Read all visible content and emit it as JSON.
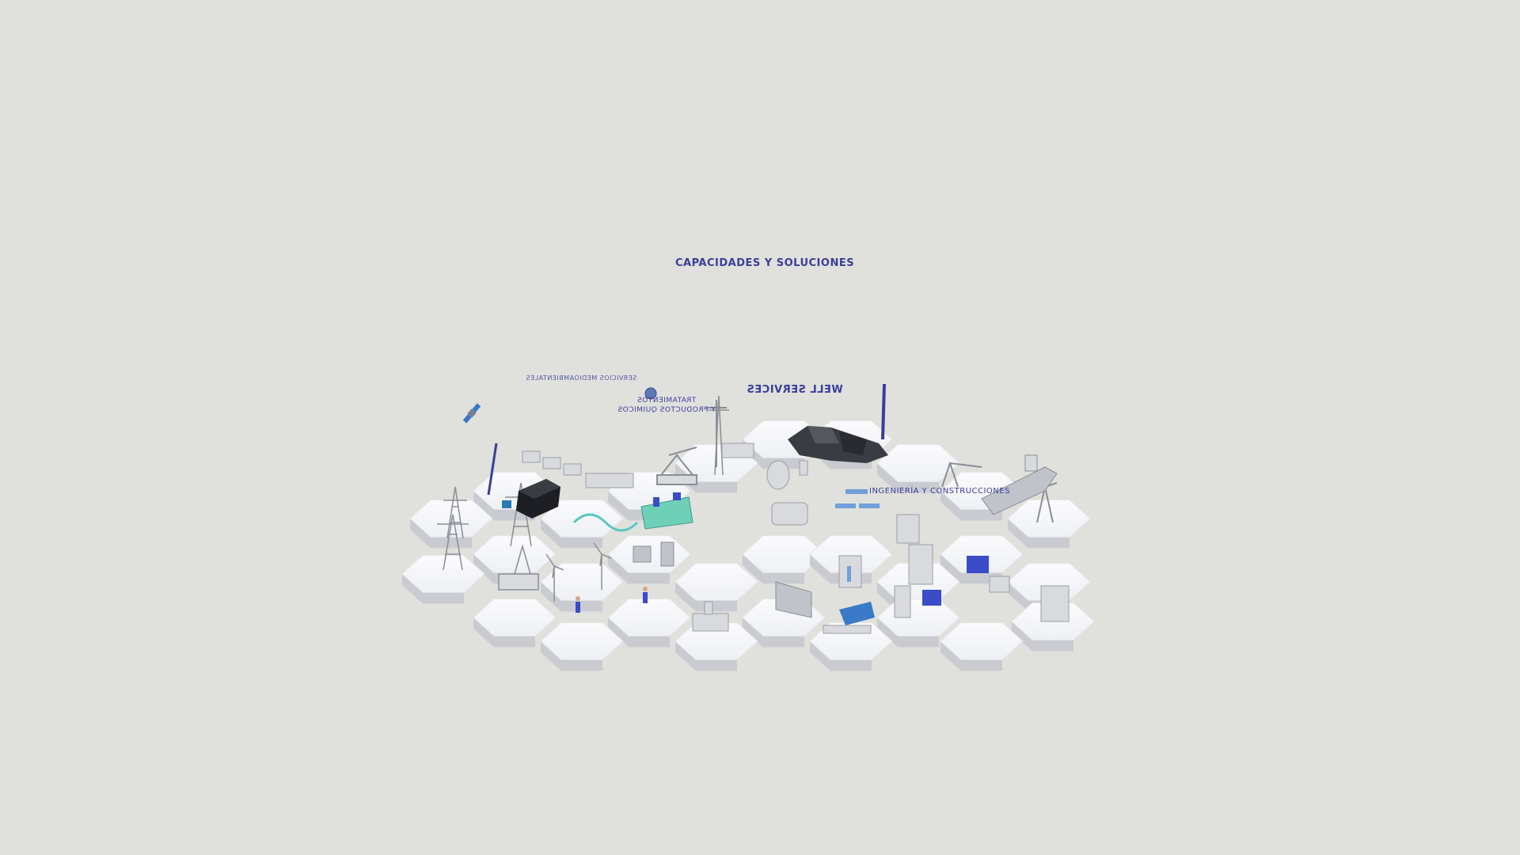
{
  "scene": {
    "title": "CAPACIDADES Y SOLUCIONES",
    "labels": {
      "well_services": "WELL SERVICES",
      "servicios_medioambientales": "SERVICIOS MEDIOAMBIENTALES",
      "tratamientos": "TRATAMIENTOS",
      "productos_quimicos": "Y PRODUCTOS QUIMICOS",
      "ingenieria": "INGENIERÍA Y CONSTRUCCIONES"
    },
    "colors": {
      "background": "#e0e0dc",
      "tile_top": "#f7f8fa",
      "tile_side": "#c9cbd0",
      "accent": "#3b3d9a",
      "blue_house": "#3a4cc8"
    }
  }
}
